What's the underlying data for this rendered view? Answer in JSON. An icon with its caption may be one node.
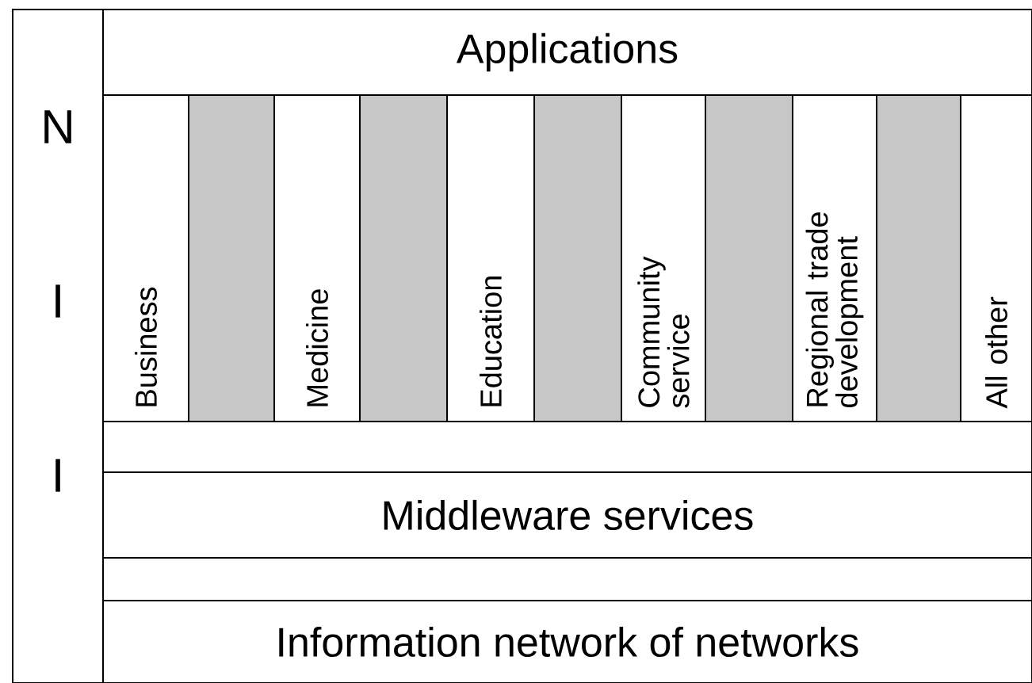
{
  "diagram": {
    "nodes": [
      {
        "text": [
          "N",
          "I",
          "I"
        ]
      },
      {
        "text": [
          "Applications"
        ]
      },
      {
        "text": [
          "Business"
        ]
      },
      {
        "text": [],
        "shape": "bar"
      },
      {
        "text": [
          "Medicine"
        ]
      },
      {
        "text": [],
        "shape": "bar"
      },
      {
        "text": [
          "Education"
        ]
      },
      {
        "text": [],
        "shape": "bar"
      },
      {
        "text": [
          "Community service"
        ]
      },
      {
        "text": [],
        "shape": "bar"
      },
      {
        "text": [
          "Regional trade development"
        ]
      },
      {
        "text": [],
        "shape": "bar"
      },
      {
        "text": [
          "All other"
        ]
      },
      {
        "text": [],
        "shape": "box"
      },
      {
        "text": [
          "Middleware services"
        ]
      },
      {
        "text": [],
        "shape": "box"
      },
      {
        "text": [
          "Information network of networks"
        ]
      }
    ]
  }
}
